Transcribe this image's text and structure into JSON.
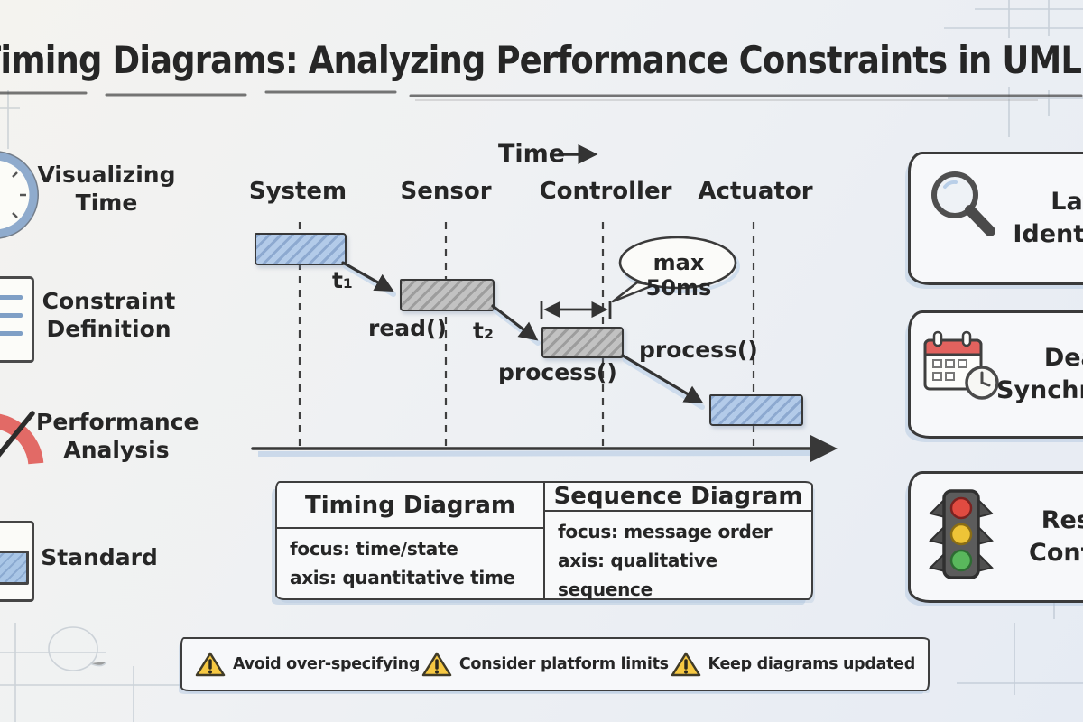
{
  "title": "Timing Diagrams: Analyzing Performance Constraints in UML",
  "sidebar": {
    "items": [
      {
        "icon": "clock-icon",
        "label": "Visualizing\nTime"
      },
      {
        "icon": "document-icon",
        "label": "Constraint\nDefinition"
      },
      {
        "icon": "gauge-icon",
        "label": "Performance\nAnalysis"
      },
      {
        "icon": "monitor-icon",
        "label": "Standard"
      }
    ]
  },
  "diagram": {
    "time_axis_label": "Time",
    "lifelines": [
      "System",
      "Sensor",
      "Controller",
      "Actuator"
    ],
    "events": {
      "t1": "t₁",
      "read": "read()",
      "t2": "t₂",
      "process_controller": "process()",
      "process_actuator": "process()"
    },
    "constraint_bubble": "max 50ms"
  },
  "table": {
    "columns": [
      {
        "header": "Timing Diagram",
        "body": "focus: time/state\naxis: quantitative time"
      },
      {
        "header": "Sequence Diagram",
        "body": "focus: message order\naxis: qualitative sequence"
      }
    ]
  },
  "insight_cards": [
    {
      "icon": "magnifier-icon",
      "label": "Latency\nIdentification"
    },
    {
      "icon": "calendar-clock-icon",
      "label": "Deadline\nSynchronization"
    },
    {
      "icon": "traffic-light-icon",
      "label": "Resource\nContention"
    }
  ],
  "footer": {
    "items": [
      {
        "icon": "warning-icon",
        "label": "Avoid over-specifying"
      },
      {
        "icon": "warning-icon",
        "label": "Consider platform limits"
      },
      {
        "icon": "warning-icon",
        "label": "Keep diagrams updated"
      }
    ]
  },
  "colors": {
    "state_bar_blue": "#b3cbe9",
    "state_bar_gray": "#c2c2c2",
    "ink": "#2f2f2f",
    "pencil_blue_shadow": "#a8c0dc",
    "warning_yellow": "#f6c842",
    "traffic_red": "#e04b41",
    "traffic_yellow": "#eec437",
    "traffic_green": "#59b75c",
    "calendar_red": "#e2625e",
    "gauge_red": "#e26a66"
  }
}
